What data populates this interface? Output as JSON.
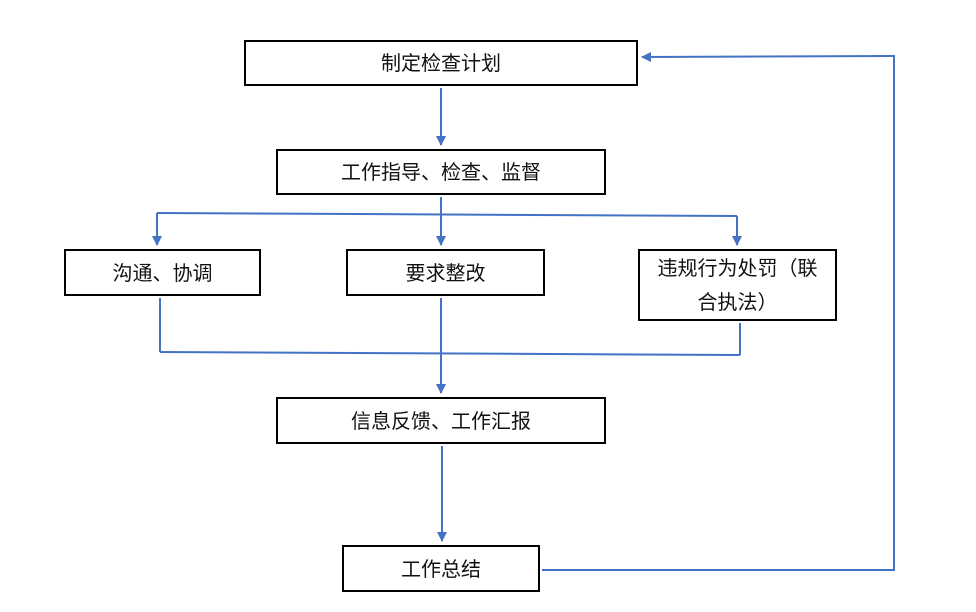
{
  "diagram": {
    "type": "flowchart",
    "nodes": {
      "plan": "制定检查计划",
      "guide": "工作指导、检查、监督",
      "comm": "沟通、协调",
      "rectify": "要求整改",
      "violate_line1": "违规行为处罚（联",
      "violate_line2": "合执法）",
      "feedback": "信息反馈、工作汇报",
      "summary": "工作总结"
    },
    "edge_color": "#4472c4",
    "box_border_color": "#000000"
  }
}
